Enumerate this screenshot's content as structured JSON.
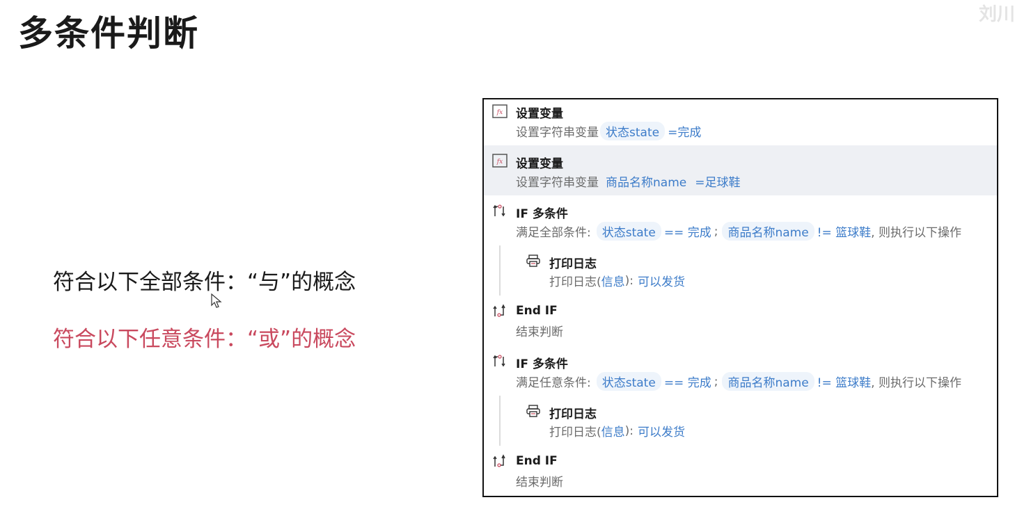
{
  "page": {
    "title": "多条件判断",
    "watermark": "刘川"
  },
  "concepts": {
    "and": "符合以下全部条件：“与”的概念",
    "or": "符合以下任意条件：“或”的概念"
  },
  "flow": {
    "steps": [
      {
        "title": "设置变量",
        "prefix": "设置字符串变量",
        "var": "状态state",
        "assign": "=完成"
      },
      {
        "title": "设置变量",
        "prefix": "设置字符串变量",
        "var": "商品名称name",
        "assign": "=足球鞋"
      },
      {
        "title": "IF 多条件",
        "prefix": "满足全部条件:",
        "var1": "状态state",
        "op1": "== 完成",
        "sep": ";",
        "var2": "商品名称name",
        "op2": "!= 篮球鞋",
        "suffix": ", 则执行以下操作"
      },
      {
        "title": "打印日志",
        "prefix": "打印日志(",
        "param": "信息",
        "mid": "):",
        "value": "可以发货"
      },
      {
        "title": "End IF",
        "desc": "结束判断"
      },
      {
        "title": "IF 多条件",
        "prefix": "满足任意条件:",
        "var1": "状态state",
        "op1": "== 完成",
        "sep": ";",
        "var2": "商品名称name",
        "op2": "!= 篮球鞋",
        "suffix": ", 则执行以下操作"
      },
      {
        "title": "打印日志",
        "prefix": "打印日志(",
        "param": "信息",
        "mid": "):",
        "value": "可以发货"
      },
      {
        "title": "End IF",
        "desc": "结束判断"
      }
    ]
  },
  "icons": {
    "set_var": "fx-variable-icon",
    "if": "if-branch-icon",
    "print": "printer-icon",
    "end_if": "end-if-icon"
  },
  "colors": {
    "accent": "#3d7cc9",
    "or_text": "#c9495e",
    "selected_row": "#eef0f4"
  }
}
